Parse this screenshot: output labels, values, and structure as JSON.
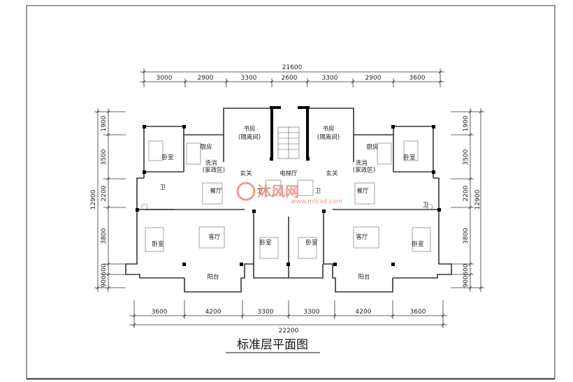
{
  "drawing": {
    "title": "标准层平面图",
    "top_total": "21600",
    "top_segments": [
      "3000",
      "2900",
      "3300",
      "2600",
      "3300",
      "2900",
      "3600"
    ],
    "bottom_total": "22200",
    "bottom_segments": [
      "3600",
      "4200",
      "3300",
      "3300",
      "4200",
      "3600"
    ],
    "left_total": "12900",
    "left_segments": [
      "1900",
      "3500",
      "2200",
      "3800",
      "600",
      "900"
    ],
    "right_total": "12900",
    "right_segments": [
      "1900",
      "3500",
      "2200",
      "3800",
      "600",
      "900"
    ]
  },
  "rooms": {
    "study_l": "书房",
    "study_l_sub": "(隔离间)",
    "study_r": "书房",
    "study_r_sub": "(隔离间)",
    "kitchen_l": "厨房",
    "kitchen_r": "厨房",
    "bedroom_l1": "卧室",
    "bedroom_r1": "卧室",
    "wash_l": "洗消",
    "wash_l_sub": "(家政区)",
    "wash_r": "洗消",
    "wash_r_sub": "(家政区)",
    "foyer_l": "玄关",
    "foyer_r": "玄关",
    "elevator_hall": "电梯厅",
    "bath_l1": "卫",
    "bath_l2": "卫",
    "bath_r1": "卫",
    "bath_r2": "卫",
    "dining_l": "餐厅",
    "dining_r": "餐厅",
    "living_l": "客厅",
    "living_r": "客厅",
    "bedroom_l2": "卧室",
    "bedroom_l3": "卧室",
    "bedroom_r2": "卧室",
    "bedroom_r3": "卧室",
    "balcony_l": "阳台",
    "balcony_r": "阳台"
  },
  "watermark": {
    "text": "沐风网",
    "url": "www.mfcad.com"
  }
}
